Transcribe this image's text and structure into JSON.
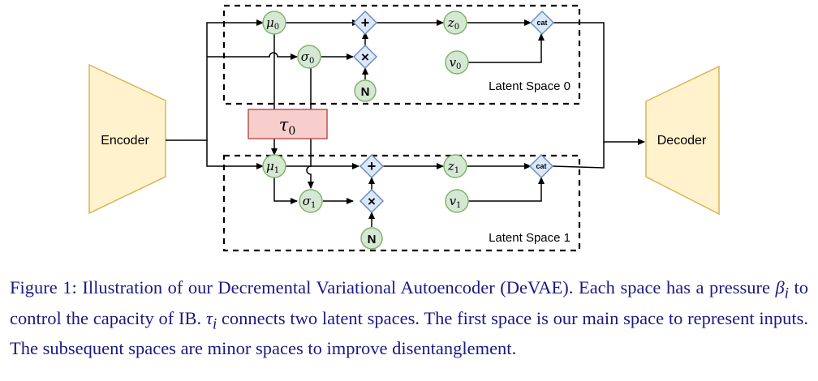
{
  "diagram": {
    "encoder_label": "Encoder",
    "decoder_label": "Decoder",
    "tau_label": "τ",
    "tau_sub": "0",
    "spaces": [
      {
        "label": "Latent Space 0",
        "mu": "μ",
        "mu_sub": "0",
        "sigma": "σ",
        "sigma_sub": "0",
        "z": "z",
        "z_sub": "0",
        "v": "v",
        "v_sub": "0",
        "plus": "+",
        "times": "×",
        "noise": "N",
        "cat": "cat"
      },
      {
        "label": "Latent Space 1",
        "mu": "μ",
        "mu_sub": "1",
        "sigma": "σ",
        "sigma_sub": "1",
        "z": "z",
        "z_sub": "1",
        "v": "v",
        "v_sub": "1",
        "plus": "+",
        "times": "×",
        "noise": "N",
        "cat": "cat"
      }
    ],
    "colors": {
      "block_fill": "#fff2cc",
      "block_stroke": "#d6b656",
      "circle_fill": "#d5e8d4",
      "circle_stroke": "#82b366",
      "diamond_fill": "#dae8fc",
      "diamond_stroke": "#6c8ebf",
      "tau_fill": "#f8cecc",
      "tau_stroke": "#b85450",
      "caption_color": "#1a1a80"
    }
  },
  "caption": {
    "fig_label": "Figure 1:",
    "part1": " Illustration of our Decremental Variational Autoencoder (DeVAE). Each space has a pressure ",
    "beta": "β",
    "beta_sub": "i",
    "part2": " to control the capacity of IB. ",
    "tau": "τ",
    "tau_sub": "i",
    "part3": " connects two latent spaces.  The first space is our main space to represent inputs. The subsequent spaces are minor spaces to improve disentanglement."
  }
}
